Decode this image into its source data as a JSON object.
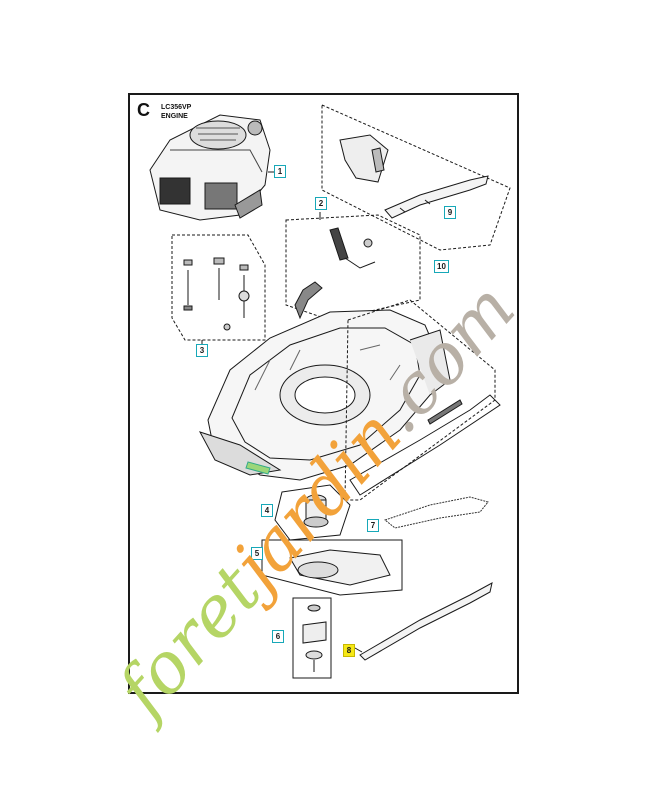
{
  "diagram": {
    "section_letter": "C",
    "model_code": "LC356VP",
    "model_subtitle": "ENGINE",
    "callouts": [
      {
        "id": "c1",
        "label": "1"
      },
      {
        "id": "c2",
        "label": "2"
      },
      {
        "id": "c3",
        "label": "3"
      },
      {
        "id": "c4",
        "label": "4"
      },
      {
        "id": "c5",
        "label": "5"
      },
      {
        "id": "c6",
        "label": "6"
      },
      {
        "id": "c7",
        "label": "7"
      },
      {
        "id": "c8",
        "label": "8"
      },
      {
        "id": "c9",
        "label": "9"
      },
      {
        "id": "c10",
        "label": "10"
      }
    ],
    "highlighted_callout": "8"
  },
  "watermark": {
    "text": "foretjardin.com",
    "colors": {
      "green": "#b5d565",
      "orange": "#f2a23a",
      "grey": "#b8b0a6"
    }
  },
  "colors": {
    "callout_border": "#17a8b8",
    "highlight": "#f6e816",
    "line": "#1a1a1a"
  }
}
